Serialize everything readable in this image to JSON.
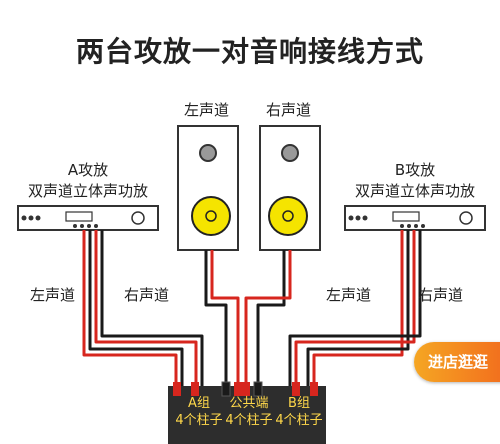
{
  "title": "两台攻放一对音响接线方式",
  "speakers": {
    "left_label": "左声道",
    "right_label": "右声道"
  },
  "amp_a": {
    "line1": "A攻放",
    "line2": "双声道立体声功放"
  },
  "amp_b": {
    "line1": "B攻放",
    "line2": "双声道立体声功放"
  },
  "wire_labels": {
    "a_left": "左声道",
    "a_right": "右声道",
    "b_left": "左声道",
    "b_right": "右声道"
  },
  "terminals": {
    "a_group_line1": "A组",
    "a_group_line2": "4个柱子",
    "common_line1": "公共端",
    "common_line2": "4个柱子",
    "b_group_line1": "B组",
    "b_group_line2": "4个柱子"
  },
  "badge": "进店逛逛",
  "colors": {
    "wire_red": "#d7261e",
    "wire_black": "#1a1a1a",
    "woofer_yellow": "#f5e400",
    "terminal_box": "#2d2d2d",
    "terminal_text": "#ffd84a",
    "badge": "#f5a623"
  }
}
